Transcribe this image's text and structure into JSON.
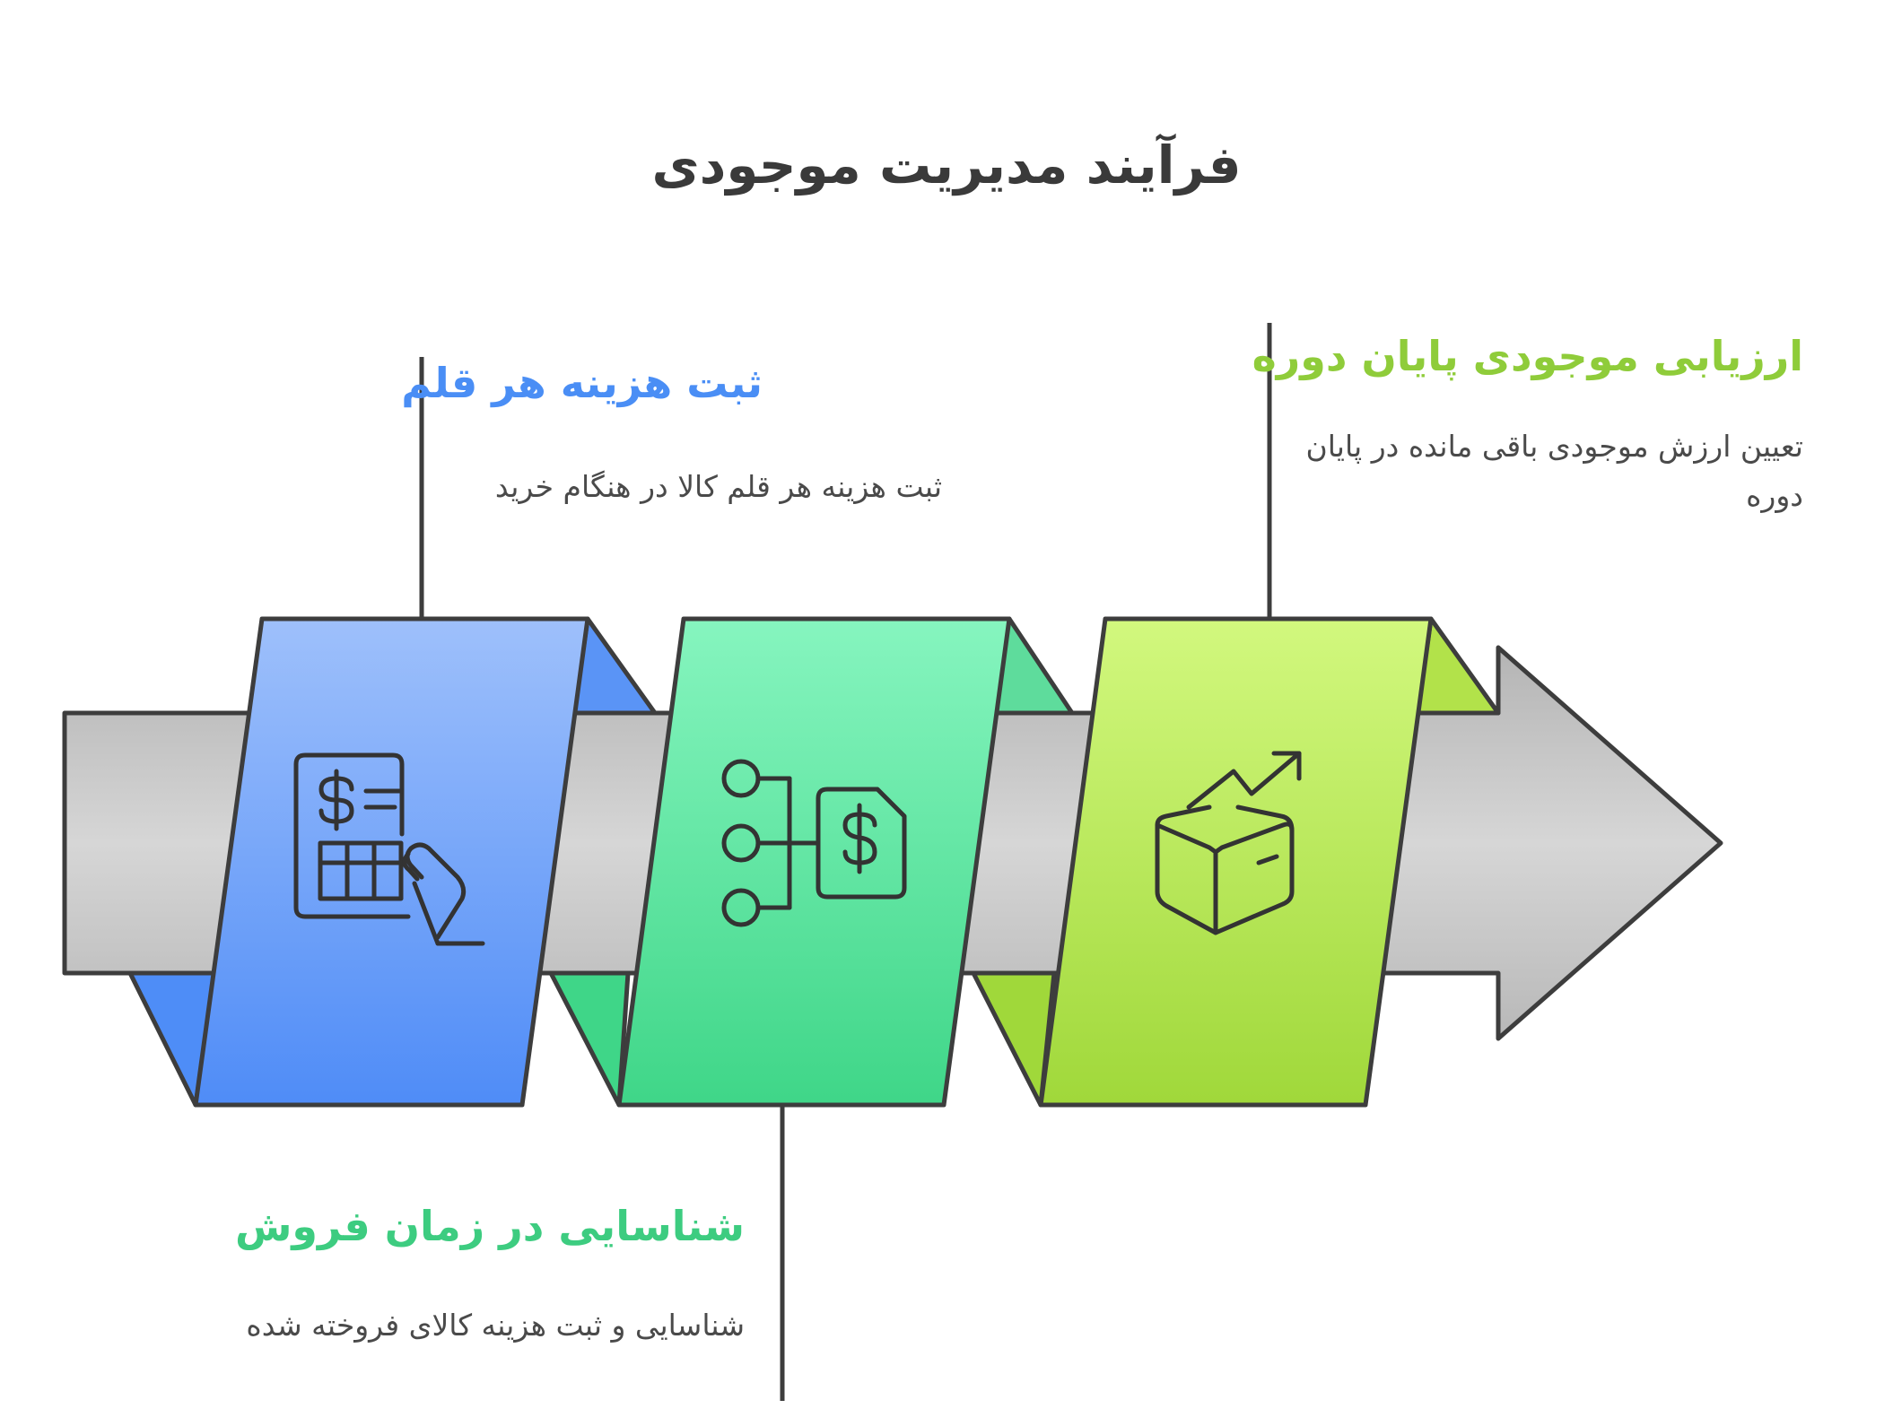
{
  "title": "فرآیند مدیریت موجودی",
  "colors": {
    "step1": "#4a8ef5",
    "step2": "#3dcc80",
    "step3": "#8fcc3a",
    "arrow": "#c8c8c8",
    "outline": "#3d3d3d"
  },
  "steps": [
    {
      "title": "ثبت هزینه هر قلم",
      "description": "ثبت هزینه هر قلم کالا در هنگام خرید",
      "icon": "invoice-hand-icon",
      "color": "#4a8ef5"
    },
    {
      "title": "شناسایی در زمان فروش",
      "description": "شناسایی و ثبت هزینه کالای فروخته شده",
      "icon": "flow-dollar-document-icon",
      "color": "#3dcc80"
    },
    {
      "title": "ارزیابی موجودی پایان دوره",
      "description": "تعیین ارزش موجودی باقی مانده در پایان دوره",
      "icon": "open-box-trend-icon",
      "color": "#8fcc3a"
    }
  ]
}
